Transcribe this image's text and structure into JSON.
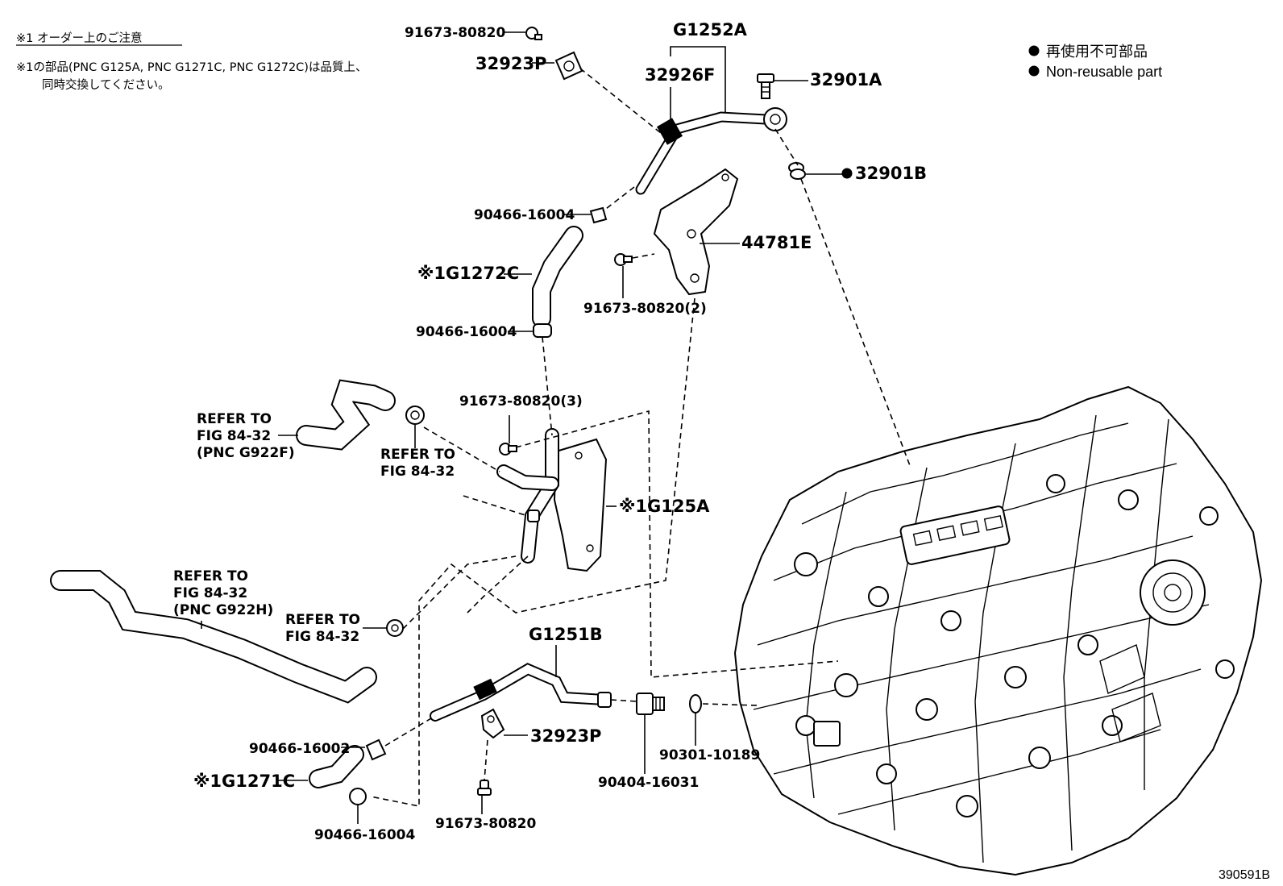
{
  "notes": {
    "heading": "※1 オーダー上のご注意",
    "line1": "※1の部品(PNC G125A, PNC G1271C, PNC G1272C)は品質上、",
    "line2": "同時交換してください。"
  },
  "legend": {
    "marker": "●",
    "jp": "再使用不可部品",
    "en": "Non-reusable part"
  },
  "image_id": "390591B",
  "callouts": [
    {
      "id": "c-91673-80820-top",
      "text": "91673-80820"
    },
    {
      "id": "c-32923P-top",
      "text": "32923P"
    },
    {
      "id": "c-G1252A",
      "text": "G1252A"
    },
    {
      "id": "c-32926F",
      "text": "32926F"
    },
    {
      "id": "c-32901A",
      "text": "32901A"
    },
    {
      "id": "c-32901B",
      "text": "32901B"
    },
    {
      "id": "c-90466-16004-a",
      "text": "90466-16004"
    },
    {
      "id": "c-44781E",
      "text": "44781E"
    },
    {
      "id": "c-G1272C",
      "text": "※1G1272C"
    },
    {
      "id": "c-91673-80820-2",
      "text": "91673-80820(2)"
    },
    {
      "id": "c-90466-16004-b",
      "text": "90466-16004"
    },
    {
      "id": "c-91673-80820-3",
      "text": "91673-80820(3)"
    },
    {
      "id": "c-G125A",
      "text": "※1G125A"
    },
    {
      "id": "c-G1251B",
      "text": "G1251B"
    },
    {
      "id": "c-32923P-bottom",
      "text": "32923P"
    },
    {
      "id": "c-90466-16002",
      "text": "90466-16002"
    },
    {
      "id": "c-G1271C",
      "text": "※1G1271C"
    },
    {
      "id": "c-90466-16004-c",
      "text": "90466-16004"
    },
    {
      "id": "c-91673-80820-bottom",
      "text": "91673-80820"
    },
    {
      "id": "c-90404-16031",
      "text": "90404-16031"
    },
    {
      "id": "c-90301-10189",
      "text": "90301-10189"
    }
  ],
  "refer_blocks": [
    {
      "id": "r1",
      "lines": [
        "REFER TO",
        "FIG 84-32",
        "(PNC G922F)"
      ]
    },
    {
      "id": "r2",
      "lines": [
        "REFER TO",
        "FIG 84-32"
      ]
    },
    {
      "id": "r3",
      "lines": [
        "REFER TO",
        "FIG 84-32",
        "(PNC G922H)"
      ]
    },
    {
      "id": "r4",
      "lines": [
        "REFER TO",
        "FIG 84-32"
      ]
    }
  ]
}
